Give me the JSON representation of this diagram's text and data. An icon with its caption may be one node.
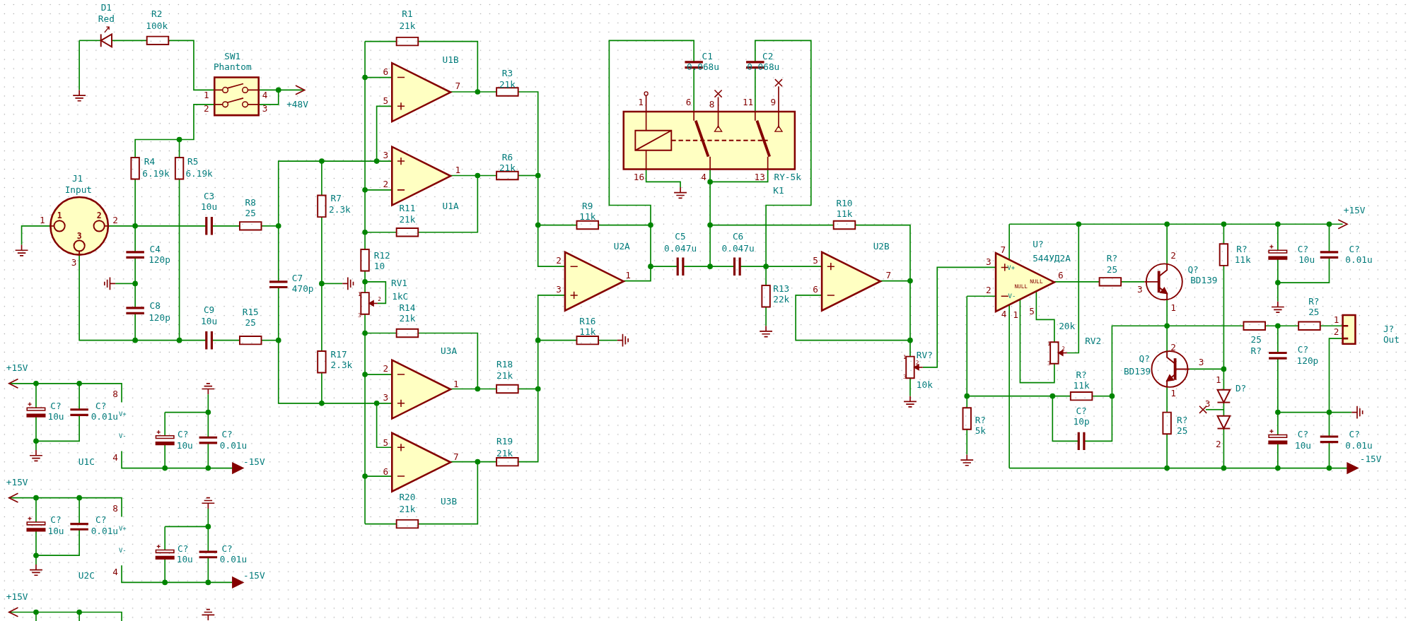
{
  "diagram": {
    "labels": [
      "D1",
      "Red",
      "R2",
      "100k",
      "R1",
      "21k",
      "SW1",
      "Phantom",
      "C1",
      "0.068u",
      "C2",
      "0.068u",
      "U1B",
      "R3",
      "21k",
      "6",
      "1",
      "4",
      "2",
      "3",
      "7",
      "+48V",
      "5",
      "1",
      "6",
      "8",
      "11",
      "9",
      "3",
      "1",
      "R4",
      "6.19k",
      "R5",
      "6.19k",
      "R6",
      "21k",
      "16",
      "4",
      "13",
      "RY-5k",
      "2",
      "R7",
      "2.3k",
      "C3",
      "10u",
      "R8",
      "25",
      "R11",
      "21k",
      "U1A",
      "K1",
      "R9",
      "11k",
      "R10",
      "11k",
      "+15V",
      "J1",
      "Input",
      "1",
      "1",
      "2",
      "2",
      "3",
      "3",
      "U2A",
      "C5",
      "0.047u",
      "C6",
      "0.047u",
      "U2B",
      "U?",
      "544УД2А",
      "7",
      "C?",
      "10u",
      "C?",
      "0.01u",
      "R?",
      "11k",
      "C4",
      "120p",
      "R12",
      "10",
      "2",
      "5",
      "3",
      "R?",
      "2",
      "25",
      "Q?",
      "BD139",
      "2",
      "V+",
      "V-",
      "NULL",
      "NULL",
      "6",
      "3",
      "1",
      "6",
      "7",
      "4",
      "1",
      "5",
      "3",
      "1",
      "C7",
      "470p",
      "R13",
      "22k",
      "RV1",
      "1kC",
      "1",
      "2",
      "3",
      "R14",
      "21k",
      "C8",
      "120p",
      "C9",
      "10u",
      "R15",
      "25",
      "R?",
      "25",
      "20k",
      "R16",
      "11k",
      "RV2",
      "25",
      "1",
      "J?",
      "2",
      "Out",
      "1",
      "2",
      "3",
      "U3A",
      "Q?",
      "R?",
      "C?",
      "120p",
      "2",
      "R17",
      "2.3k",
      "RV?",
      "1",
      "2",
      "3",
      "2",
      "R18",
      "21k",
      "BD139",
      "3",
      "R?",
      "11k",
      "1",
      "D?",
      "1",
      "10k",
      "1",
      "3",
      "3",
      "C?",
      "R?",
      "10p",
      "R?",
      "5k",
      "25",
      "5",
      "R19",
      "2",
      "C?",
      "10u",
      "C?",
      "0.01u",
      "7",
      "21k",
      "-15V",
      "6",
      "R20",
      "21k",
      "U3B",
      "+15V",
      "C?",
      "10u",
      "C?",
      "0.01u",
      "8",
      "V+",
      "V-",
      "4",
      "C?",
      "10u",
      "C?",
      "0.01u",
      "U1C",
      "-15V",
      "+15V",
      "C?",
      "10u",
      "C?",
      "0.01u",
      "8",
      "V+",
      "V-",
      "4",
      "C?",
      "10u",
      "C?",
      "0.01u",
      "U2C",
      "-15V",
      "+15V"
    ]
  }
}
